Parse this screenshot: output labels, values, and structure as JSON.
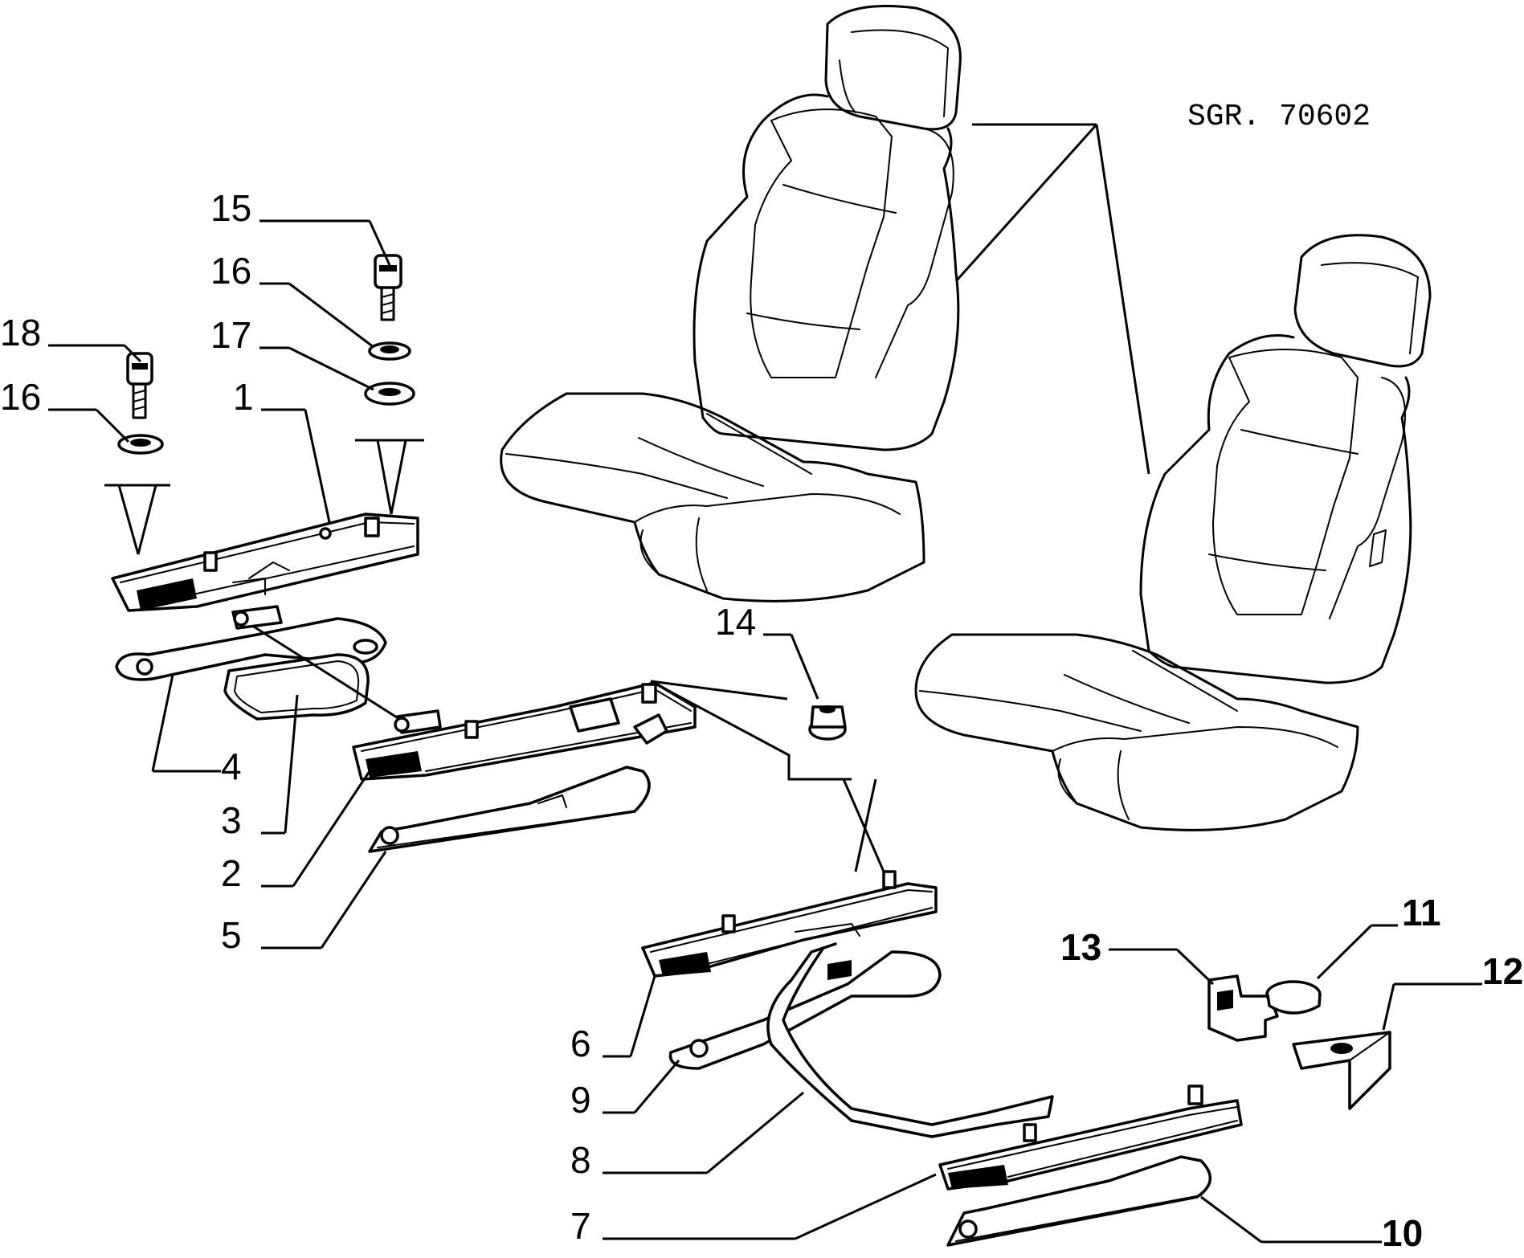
{
  "diagram": {
    "reference": "SGR. 70602",
    "callouts": {
      "c1": "1",
      "c2": "2",
      "c3": "3",
      "c4": "4",
      "c5": "5",
      "c6": "6",
      "c7": "7",
      "c8": "8",
      "c9": "9",
      "c10": "10",
      "c11": "11",
      "c12": "12",
      "c13": "13",
      "c14": "14",
      "c15": "15",
      "c16a": "16",
      "c16b": "16",
      "c17": "17",
      "c18": "18"
    }
  }
}
